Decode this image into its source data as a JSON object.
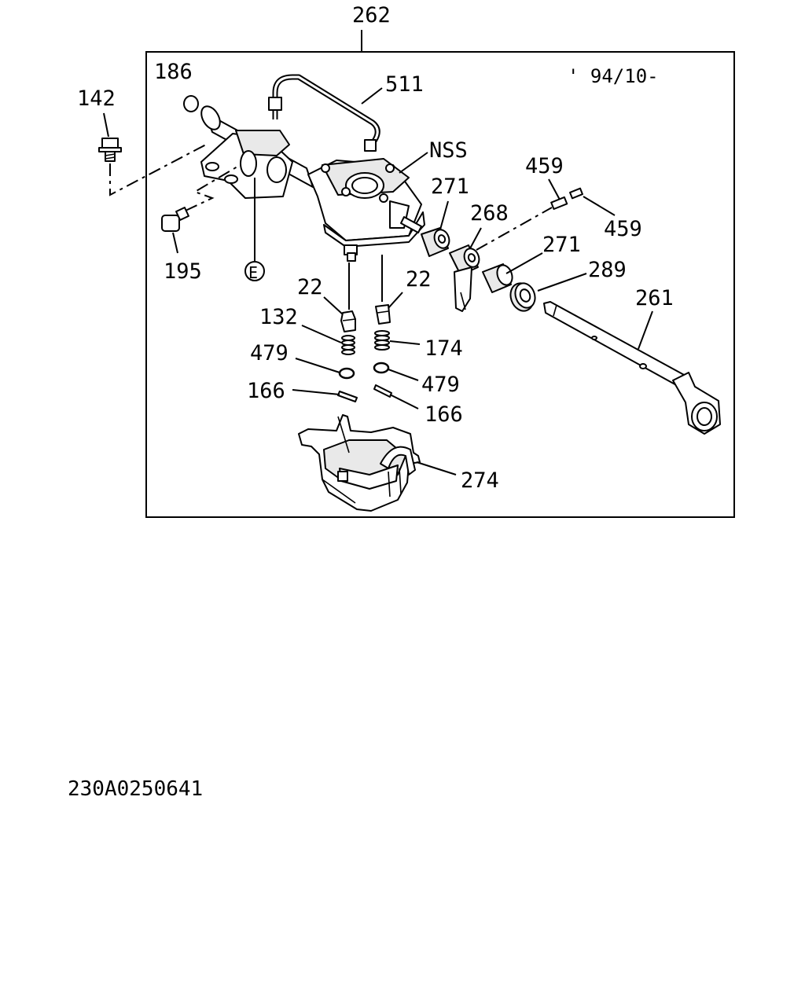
{
  "diagram": {
    "assembly_label": "262",
    "effectivity": "' 94/10-",
    "document_code": "230A0250641",
    "circle_marker": "E",
    "callouts": {
      "c142": "142",
      "c186": "186",
      "c511": "511",
      "cNSS": "NSS",
      "c195": "195",
      "c271a": "271",
      "c268": "268",
      "c459a": "459",
      "c459b": "459",
      "c271b": "271",
      "c289": "289",
      "c261": "261",
      "c22a": "22",
      "c22b": "22",
      "c132": "132",
      "c174": "174",
      "c479a": "479",
      "c479b": "479",
      "c166a": "166",
      "c166b": "166",
      "c274": "274"
    }
  }
}
